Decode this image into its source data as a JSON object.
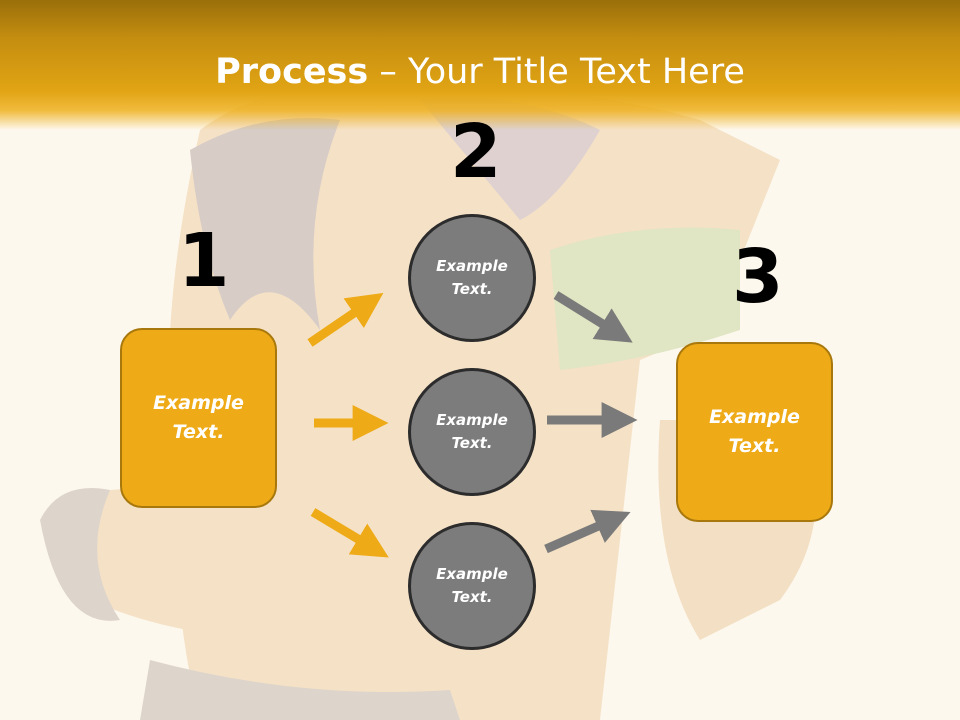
{
  "title": {
    "strong": "Process",
    "rest": " – Your Title Text Here"
  },
  "steps": {
    "one": "1",
    "two": "2",
    "three": "3"
  },
  "left_box": "Example\nText.",
  "right_box": "Example\nText.",
  "circles": [
    "Example\nText.",
    "Example\nText.",
    "Example\nText."
  ],
  "colors": {
    "accent": "#eeab17",
    "circle": "#7c7c7c",
    "gray_arrow": "#7a7a7a",
    "header": "#e1a414"
  }
}
